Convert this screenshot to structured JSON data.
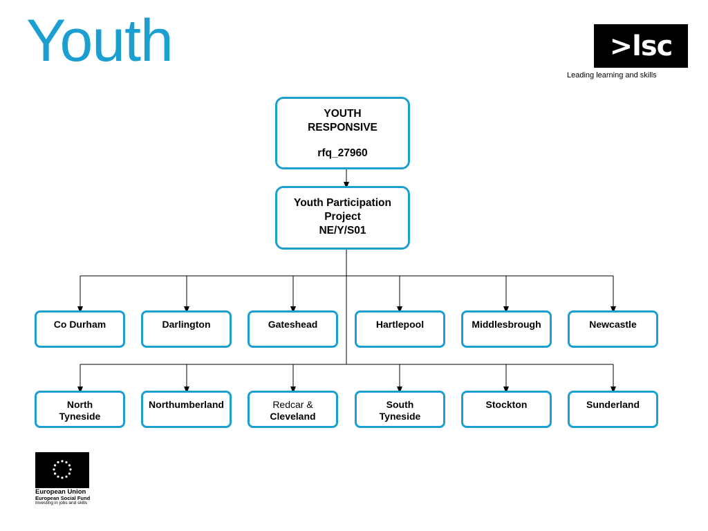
{
  "page": {
    "title": "Youth"
  },
  "logo": {
    "mark": ">lsc",
    "tagline": "Leading learning and skills"
  },
  "diagram": {
    "root": {
      "lines": [
        "YOUTH",
        "RESPONSIVE",
        "",
        "rfq_27960"
      ]
    },
    "project": {
      "lines": [
        "Youth Participation",
        "Project",
        "NE/Y/S01"
      ]
    },
    "row1": [
      {
        "lines": [
          "Co Durham"
        ]
      },
      {
        "lines": [
          "Darlington"
        ]
      },
      {
        "lines": [
          "Gateshead"
        ]
      },
      {
        "lines": [
          "Hartlepool"
        ]
      },
      {
        "lines": [
          "Middlesbrough"
        ]
      },
      {
        "lines": [
          "Newcastle"
        ]
      }
    ],
    "row2": [
      {
        "lines": [
          "North",
          "Tyneside"
        ]
      },
      {
        "lines": [
          "Northumberland"
        ]
      },
      {
        "lines": [
          "Redcar &",
          "Cleveland"
        ]
      },
      {
        "lines": [
          "South",
          "Tyneside"
        ]
      },
      {
        "lines": [
          "Stockton"
        ]
      },
      {
        "lines": [
          "Sunderland"
        ]
      }
    ]
  },
  "eu_logo": {
    "line1": "European Union",
    "line2": "European Social Fund",
    "line3": "Investing in jobs and skills"
  },
  "colors": {
    "accent": "#1a9fd0",
    "text": "#000000",
    "logo_bg": "#000000"
  }
}
